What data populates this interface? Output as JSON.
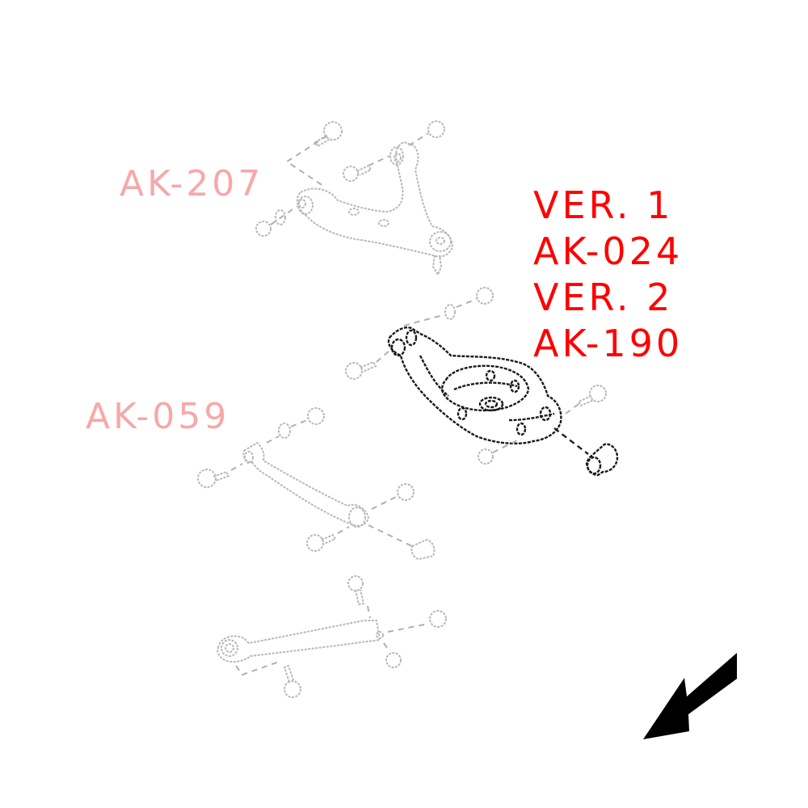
{
  "diagram": {
    "type": "exploded-parts-diagram",
    "subject": "rear suspension arms",
    "labels": {
      "upper_arm": "AK-207",
      "lateral_link": "AK-059",
      "lower_arm_lines": [
        "VER. 1",
        "AK-024",
        "VER. 2",
        "AK-190"
      ]
    },
    "highlighted_part": "lower-control-arm",
    "colors": {
      "active_label": "#ff0000",
      "faded_label": "#f7a8a8",
      "active_linework": "#1a1a1a",
      "faded_linework": "#b8b8b8",
      "arrow": "#000000",
      "background": "#ffffff"
    },
    "arrow": {
      "direction": "down-left",
      "meaning": "vehicle-front"
    }
  }
}
